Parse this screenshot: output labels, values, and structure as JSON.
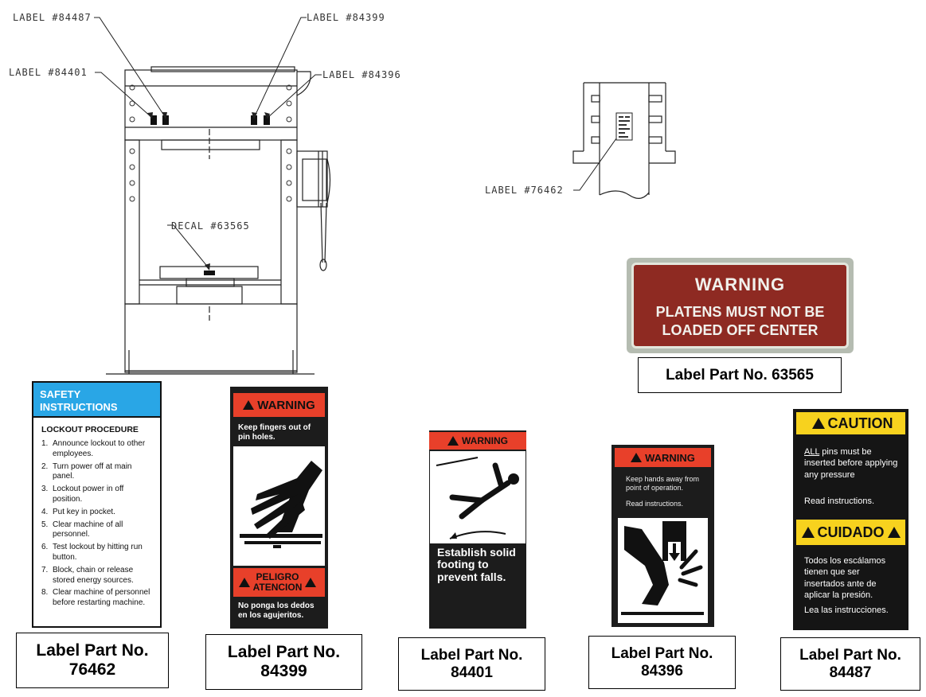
{
  "drawing": {
    "callouts": {
      "c84487": "LABEL #84487",
      "c84399": "LABEL #84399",
      "c84401": "LABEL #84401",
      "c84396": "LABEL #84396",
      "c63565": "DECAL #63565",
      "c76462": "LABEL #76462"
    }
  },
  "platen_warning": {
    "title": "WARNING",
    "line1": "PLATENS MUST NOT BE",
    "line2": "LOADED OFF CENTER",
    "bg_color": "#8e2a22"
  },
  "part_labels": {
    "p63565": "Label Part No. 63565",
    "p76462": {
      "line1": "Label Part No.",
      "line2": "76462"
    },
    "p84399": {
      "line1": "Label Part No.",
      "line2": "84399"
    },
    "p84401": {
      "line1": "Label Part No.",
      "line2": "84401"
    },
    "p84396": {
      "line1": "Label Part No.",
      "line2": "84396"
    },
    "p84487": {
      "line1": "Label Part No.",
      "line2": "84487"
    }
  },
  "safety": {
    "header_line1": "SAFETY",
    "header_line2": "INSTRUCTIONS",
    "procedure": "LOCKOUT PROCEDURE",
    "header_color": "#29a6e6",
    "steps": [
      {
        "n": "1.",
        "text": "Announce lockout to other employees."
      },
      {
        "n": "2.",
        "text": "Turn power off at main panel."
      },
      {
        "n": "3.",
        "text": "Lockout power in off position."
      },
      {
        "n": "4.",
        "text": "Put key in pocket."
      },
      {
        "n": "5.",
        "text": "Clear machine of all personnel."
      },
      {
        "n": "6.",
        "text": "Test lockout by hitting run button."
      },
      {
        "n": "7.",
        "text": "Block, chain or release stored energy sources."
      },
      {
        "n": "8.",
        "text": "Clear machine of personnel before restarting machine."
      }
    ]
  },
  "w84399": {
    "title": "WARNING",
    "top_text": "Keep fingers out of pin holes.",
    "peligro": "PELIGRO",
    "atencion": "ATENCION",
    "bottom_text": "No ponga los dedos en los agujeritos.",
    "hazard_color": "#e8402a"
  },
  "w84401": {
    "title": "WARNING",
    "text": "Establish solid footing to prevent falls."
  },
  "w84396": {
    "title": "WARNING",
    "line1": "Keep hands away from point of operation.",
    "line2": "Read instructions."
  },
  "w84487": {
    "caution": "CAUTION",
    "en_all": "ALL",
    "en_text": " pins must be inserted before applying any pressure",
    "en_read": "Read instructions.",
    "cuidado": "CUIDADO",
    "es_text": "Todos los escálamos tienen que ser insertados ante de aplicar la presión.",
    "es_read": "Lea las instrucciones.",
    "caution_color": "#f7d21e"
  }
}
